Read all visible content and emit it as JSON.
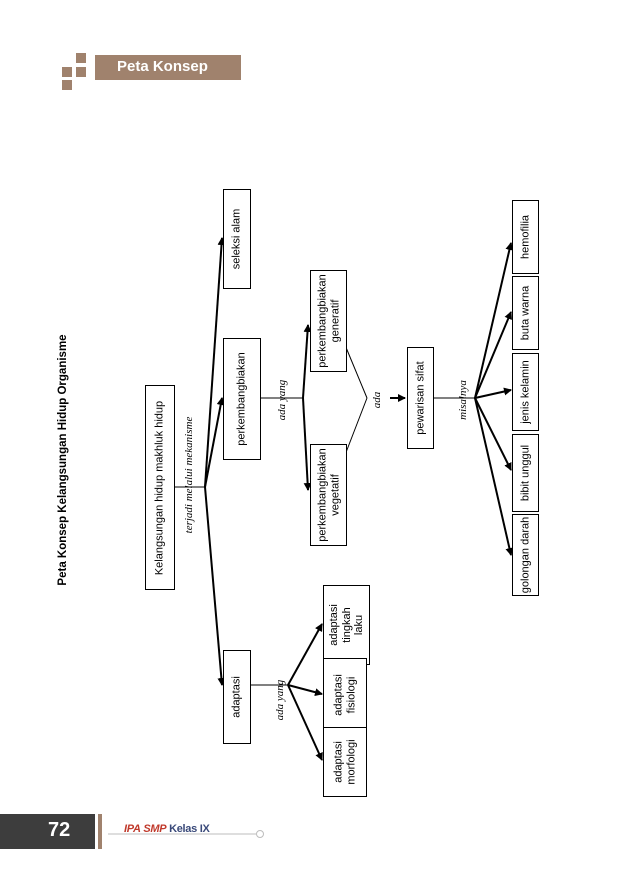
{
  "header": {
    "banner": "Peta Konsep"
  },
  "title": "Peta Konsep Kelangsungan Hidup Organisme",
  "nodes": {
    "root": "Kelangsungan hidup makhluk hidup",
    "seleksi": "seleksi alam",
    "perkembangbiakan": "perkembangbiakan",
    "adaptasi": "adaptasi",
    "generatif": "perkembangbiakan\ngeneratif",
    "vegetatif": "perkembangbiakan\nvegetatif",
    "pewarisan": "pewarisan sifat",
    "adaptasi_tingkah_laku": "adaptasi\ntingkah\nlaku",
    "adaptasi_fisiologi": "adaptasi\nfisiologi",
    "adaptasi_morfologi": "adaptasi\nmorfologi",
    "hemofilia": "hemofilia",
    "buta_warna": "buta warna",
    "jenis_kelamin": "jenis kelamin",
    "bibit_unggul": "bibit unggul",
    "golongan_darah": "golongan darah"
  },
  "labels": {
    "terjadi": "terjadi melalui mekanisme",
    "ada_yang_1": "ada yang",
    "ada_yang_2": "ada yang",
    "ada": "ada",
    "misalnya": "misalnya"
  },
  "footer": {
    "page_number": "72",
    "book_part1": "IPA",
    "book_part2": "SMP",
    "book_part3": "Kelas IX"
  },
  "colors": {
    "accent": "#a0826d",
    "footer_dark": "#3d3d3d",
    "red": "#c0392b",
    "navy": "#3a4a7a"
  }
}
